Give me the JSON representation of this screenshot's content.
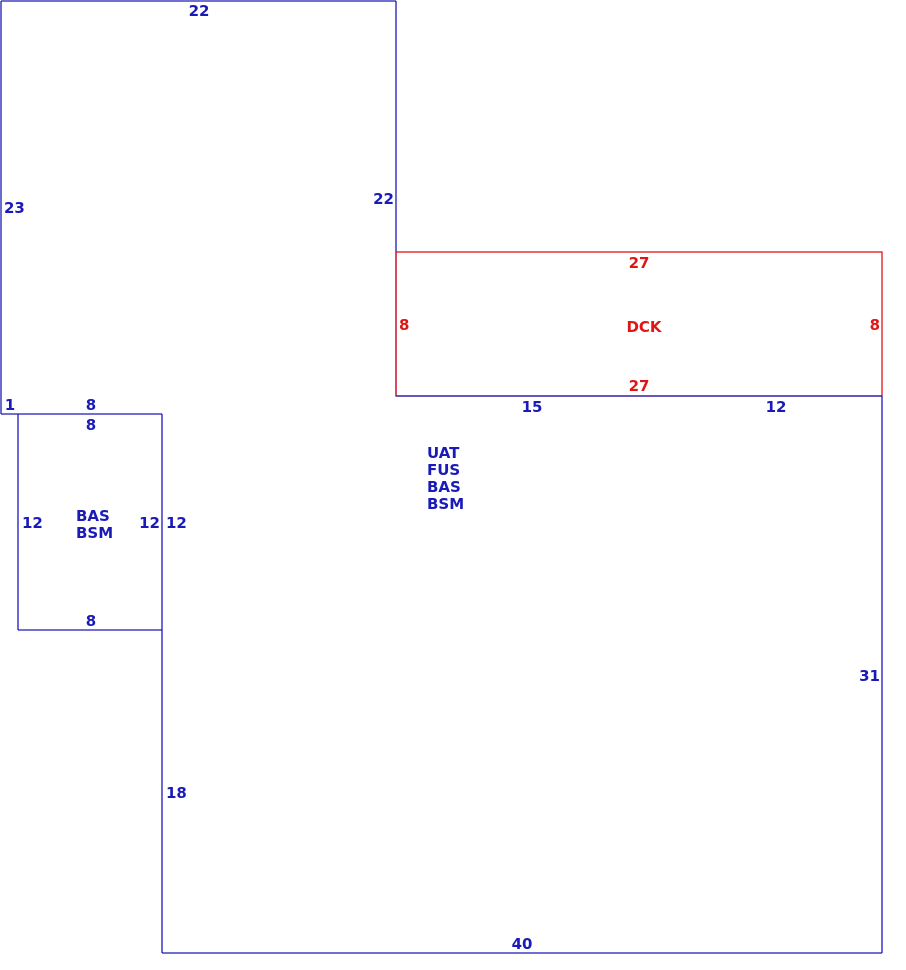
{
  "colors": {
    "main_line": "#1a1ab8",
    "deck_line": "#e01515"
  },
  "dimensions": {
    "upper_top": "22",
    "upper_left": "23",
    "upper_right": "22",
    "upper_bottom_short": "1",
    "upper_bottom_over_bas": "8",
    "deck_top": "27",
    "deck_left": "8",
    "deck_right": "8",
    "deck_bottom": "27",
    "main_top_left": "15",
    "main_top_right": "12",
    "main_right": "31",
    "main_bottom": "40",
    "main_left": "18",
    "bas_top": "8",
    "bas_left": "12",
    "bas_right_inner": "12",
    "bas_right_outer": "12",
    "bas_bottom": "8"
  },
  "labels": {
    "deck": "DCK",
    "main_area": [
      "UAT",
      "FUS",
      "BAS",
      "BSM"
    ],
    "bas_area": [
      "BAS",
      "BSM"
    ]
  }
}
